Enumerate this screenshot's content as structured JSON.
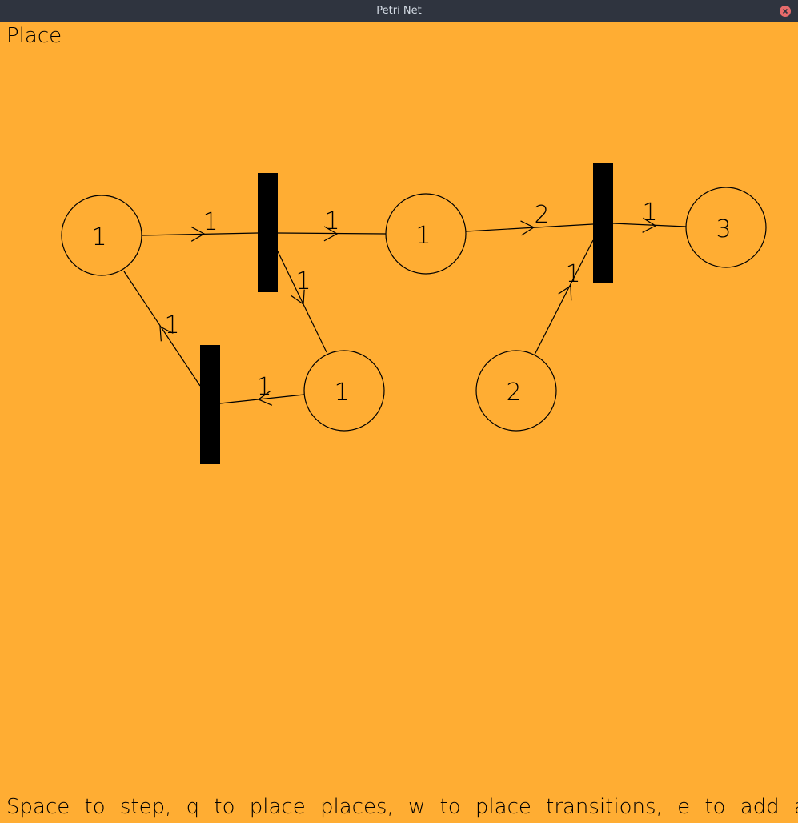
{
  "window": {
    "title": "Petri Net",
    "close_icon": "close-icon",
    "colors": {
      "background": "#ffad33",
      "titlebar": "#2f343f",
      "close": "#e76b6b"
    }
  },
  "mode_label": "Place",
  "hint": "Space to step, q to place places, w to place transitions, e to add arcs",
  "net": {
    "places": [
      {
        "id": "p1",
        "tokens": "1"
      },
      {
        "id": "p2",
        "tokens": "1"
      },
      {
        "id": "p3",
        "tokens": "3"
      },
      {
        "id": "p4",
        "tokens": "1"
      },
      {
        "id": "p5",
        "tokens": "2"
      }
    ],
    "transitions": [
      {
        "id": "t1"
      },
      {
        "id": "t2"
      },
      {
        "id": "t3"
      }
    ],
    "arcs": [
      {
        "id": "a1",
        "from": "p1",
        "to": "t1",
        "weight": "1"
      },
      {
        "id": "a2",
        "from": "t1",
        "to": "p2",
        "weight": "1"
      },
      {
        "id": "a3",
        "from": "p2",
        "to": "t2",
        "weight": "2"
      },
      {
        "id": "a4",
        "from": "t2",
        "to": "p3",
        "weight": "1"
      },
      {
        "id": "a5",
        "from": "t1",
        "to": "p4",
        "weight": "1"
      },
      {
        "id": "a6",
        "from": "p4",
        "to": "t3",
        "weight": "1"
      },
      {
        "id": "a7",
        "from": "t3",
        "to": "p1",
        "weight": "1"
      },
      {
        "id": "a8",
        "from": "p5",
        "to": "t2",
        "weight": "1"
      }
    ]
  }
}
